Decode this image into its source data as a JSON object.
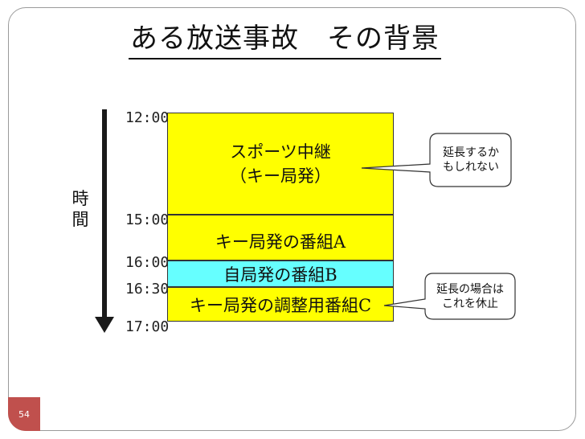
{
  "title": "ある放送事故　その背景",
  "time_axis": {
    "label": "時間",
    "ticks": [
      "12:00",
      "15:00",
      "16:00",
      "16:30",
      "17:00"
    ]
  },
  "blocks": [
    {
      "line1": "スポーツ中継",
      "line2": "（キー局発）",
      "color": "#ffff00"
    },
    {
      "label": "キー局発の番組A",
      "color": "#ffff00"
    },
    {
      "label": "自局発の番組B",
      "color": "#66ffff"
    },
    {
      "label": "キー局発の調整用番組C",
      "color": "#ffff00"
    }
  ],
  "callouts": [
    {
      "line1": "延長するか",
      "line2": "もしれない"
    },
    {
      "line1": "延長の場合は",
      "line2": "これを休止"
    }
  ],
  "page_number": "54"
}
